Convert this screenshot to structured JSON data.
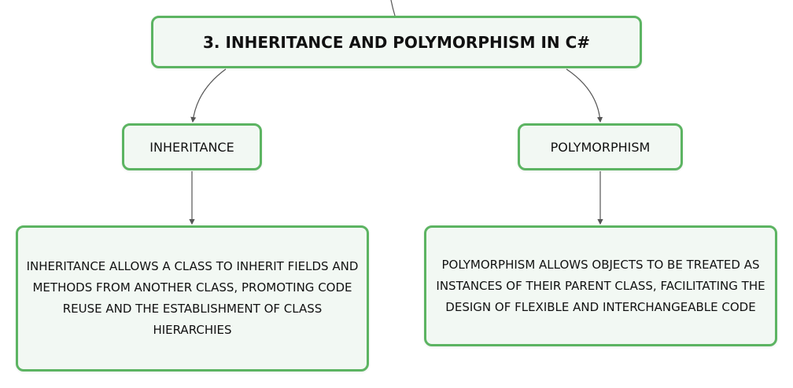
{
  "title": "3. INHERITANCE AND POLYMORPHISM IN C#",
  "inheritance": {
    "label": "INHERITANCE",
    "description": "INHERITANCE ALLOWS A CLASS TO INHERIT FIELDS AND METHODS FROM ANOTHER CLASS, PROMOTING CODE REUSE AND THE ESTABLISHMENT OF CLASS HIERARCHIES"
  },
  "polymorphism": {
    "label": "POLYMORPHISM",
    "description": "POLYMORPHISM ALLOWS OBJECTS TO BE TREATED AS INSTANCES OF THEIR PARENT CLASS, FACILITATING THE DESIGN OF FLEXIBLE AND INTERCHANGEABLE CODE"
  },
  "colors": {
    "border": "#5cb462",
    "fill": "#f2f8f3",
    "connector": "#555555"
  }
}
